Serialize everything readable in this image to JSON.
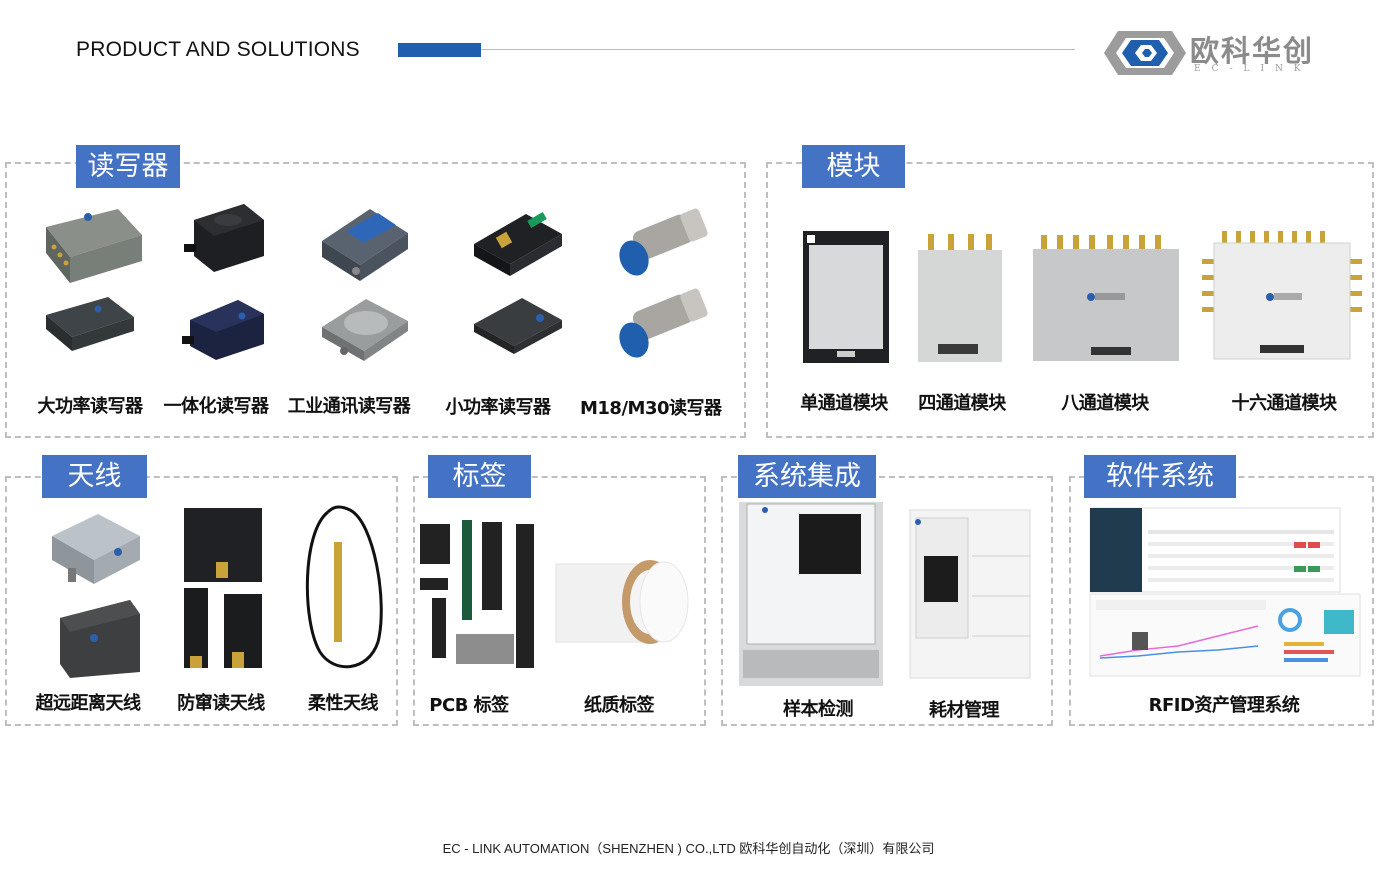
{
  "header": {
    "title": "PRODUCT AND SOLUTIONS",
    "accent_color": "#1f5fae"
  },
  "logo": {
    "name": "欧科华创",
    "sub": "EC-LINK"
  },
  "sections": {
    "readers": {
      "tag": "读写器",
      "items": [
        "大功率读写器",
        "一体化读写器",
        "工业通讯读写器",
        "小功率读写器",
        "M18/M30读写器"
      ]
    },
    "modules": {
      "tag": "模块",
      "items": [
        "单通道模块",
        "四通道模块",
        "八通道模块",
        "十六通道模块"
      ]
    },
    "antenna": {
      "tag": "天线",
      "items": [
        "超远距离天线",
        "防窜读天线",
        "柔性天线"
      ]
    },
    "tags": {
      "tag": "标签",
      "items": [
        "PCB 标签",
        "纸质标签"
      ]
    },
    "integration": {
      "tag": "系统集成",
      "items": [
        "样本检测",
        "耗材管理"
      ]
    },
    "software": {
      "tag": "软件系统",
      "items": [
        "RFID资产管理系统"
      ]
    }
  },
  "footer": {
    "text": "EC - LINK AUTOMATION（SHENZHEN ) CO.,LTD 欧科华创自动化（深圳）有限公司"
  },
  "colors": {
    "tag_bg": "#4472c4",
    "border": "#bfbfbf"
  }
}
